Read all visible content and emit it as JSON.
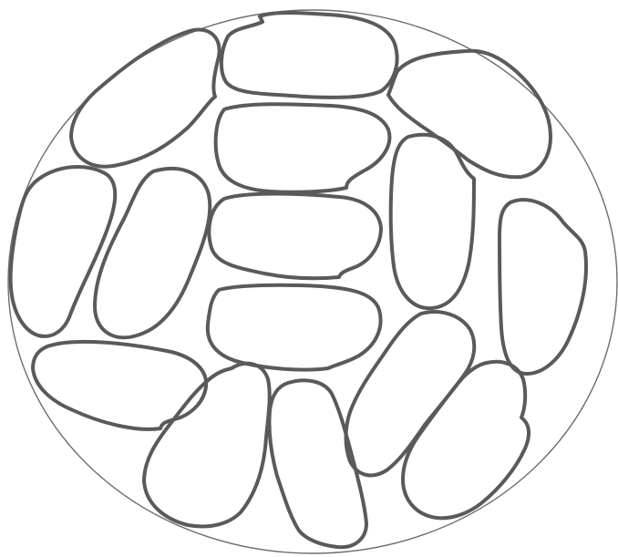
{
  "colors": {
    "background": "#ffffff",
    "circle_outline": "#6e6e6e",
    "cell_outline": "#5a5a5a"
  },
  "cells": [
    {
      "id": "cell-1"
    },
    {
      "id": "cell-2"
    },
    {
      "id": "cell-3"
    },
    {
      "id": "cell-4"
    },
    {
      "id": "cell-5"
    },
    {
      "id": "cell-6"
    },
    {
      "id": "cell-7"
    },
    {
      "id": "cell-8"
    },
    {
      "id": "cell-9"
    },
    {
      "id": "cell-10"
    },
    {
      "id": "cell-11"
    },
    {
      "id": "cell-12"
    },
    {
      "id": "cell-13"
    },
    {
      "id": "cell-14"
    },
    {
      "id": "cell-15"
    },
    {
      "id": "cell-16"
    },
    {
      "id": "cell-17"
    }
  ]
}
